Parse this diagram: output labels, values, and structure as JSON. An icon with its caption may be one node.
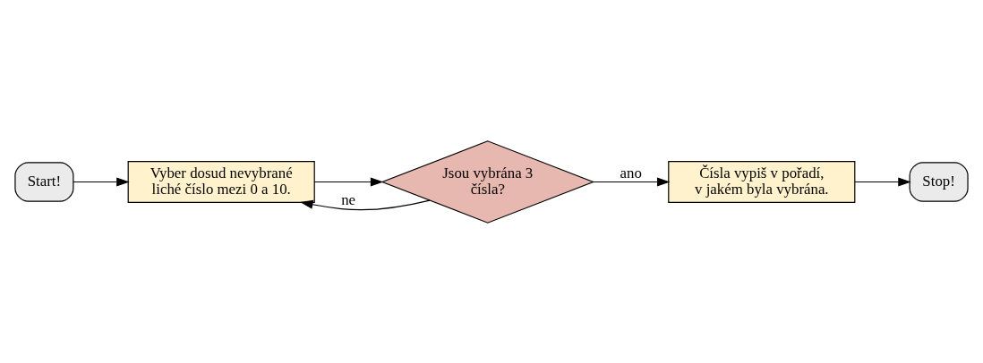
{
  "diagram": {
    "nodes": [
      {
        "text": [
          "Start!"
        ]
      },
      {
        "text": [
          "Vyber dosud nevybrané liché číslo mezi 0 a 10."
        ]
      },
      {
        "text": [
          "Jsou vybrána 3 čísla?"
        ]
      },
      {
        "text": [
          "Čísla vypiš v pořadí, v jakém byla vybrána."
        ]
      },
      {
        "text": [
          "Stop!"
        ]
      }
    ],
    "edges": [
      {
        "from": 0,
        "to": 1,
        "arrow": "to"
      },
      {
        "from": 1,
        "to": 2,
        "arrow": "to"
      },
      {
        "from": 2,
        "to": 1,
        "arrow": "to",
        "label": "ne"
      },
      {
        "from": 2,
        "to": 3,
        "arrow": "to",
        "label": "ano"
      },
      {
        "from": 3,
        "to": 4,
        "arrow": "to"
      }
    ]
  }
}
